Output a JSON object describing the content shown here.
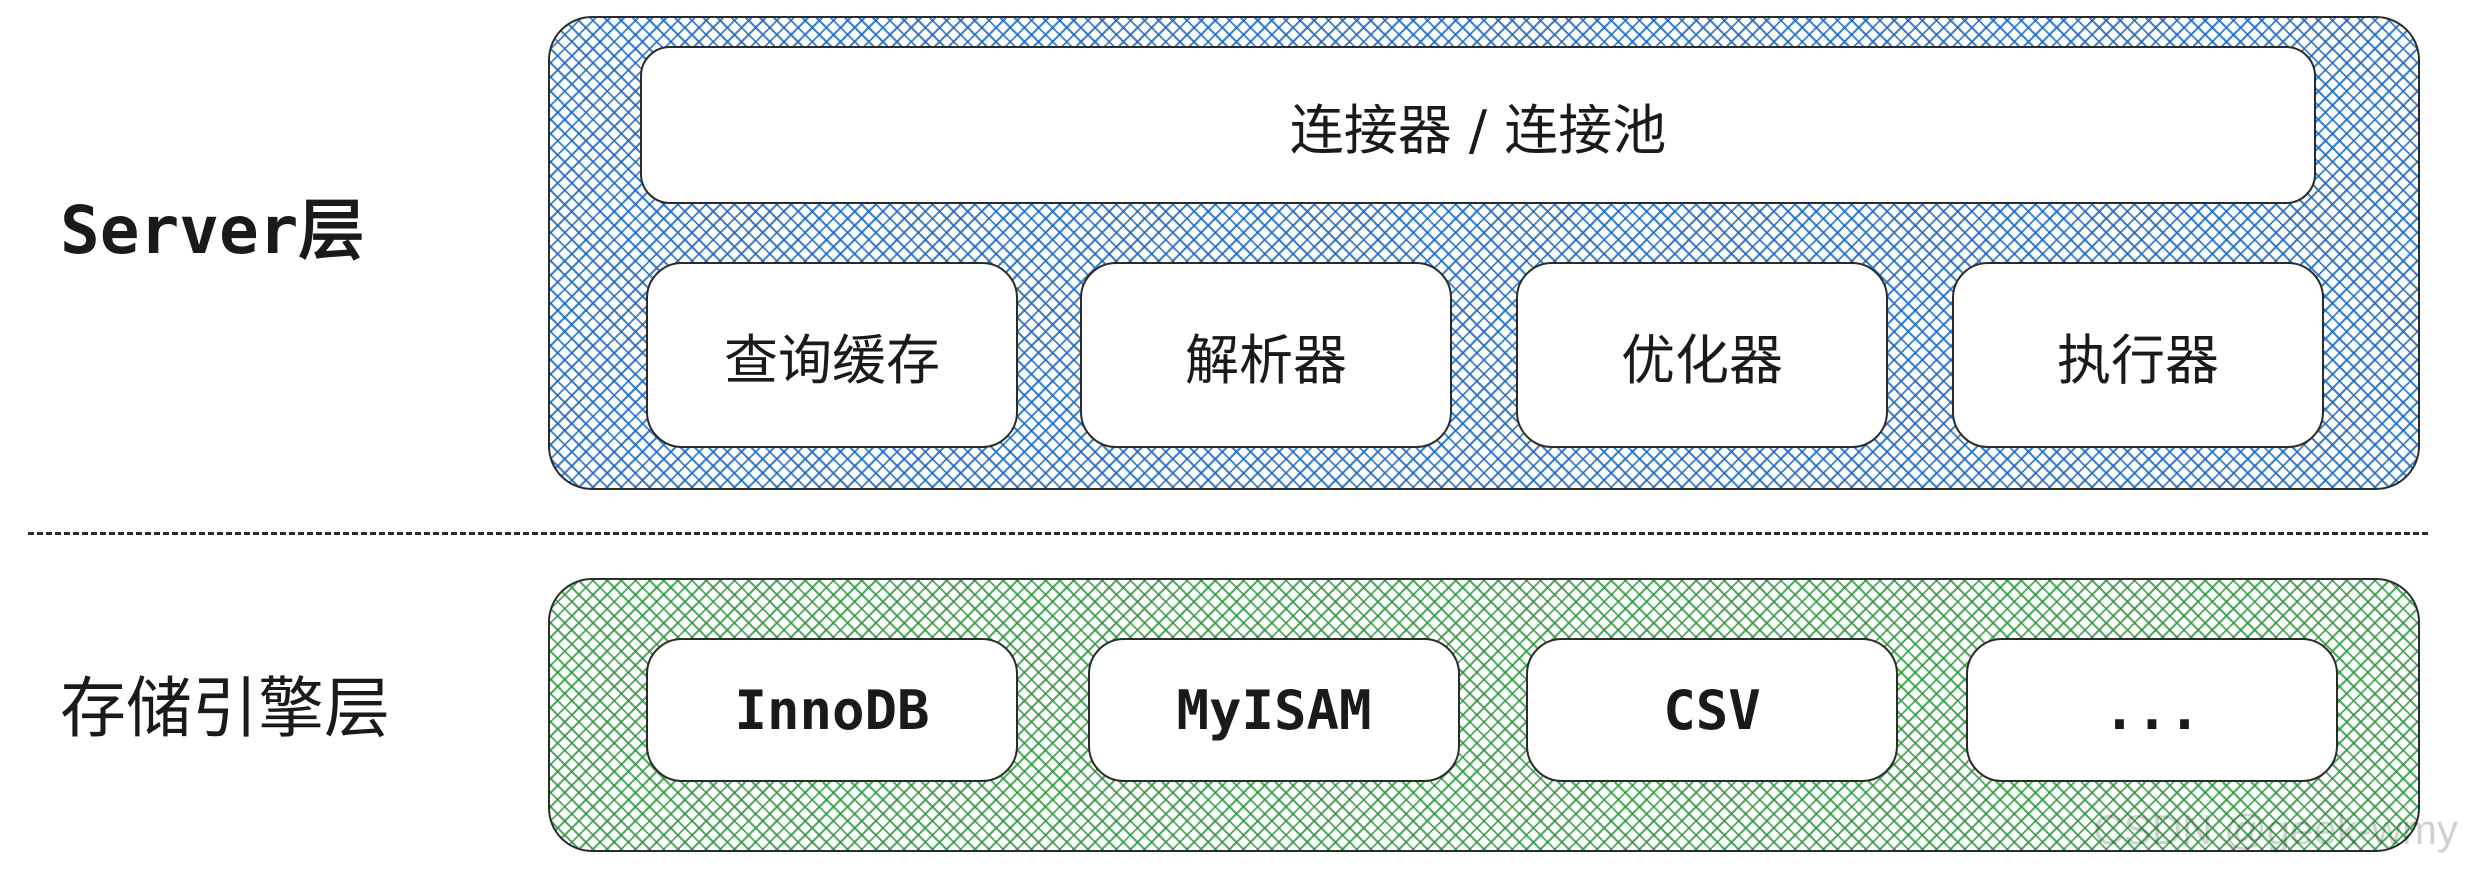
{
  "server_layer": {
    "label": "Server层",
    "connector": "连接器 / 连接池",
    "components": [
      "查询缓存",
      "解析器",
      "优化器",
      "执行器"
    ]
  },
  "storage_layer": {
    "label": "存储引擎层",
    "engines": [
      "InnoDB",
      "MyISAM",
      "CSV",
      "..."
    ]
  },
  "watermark": "CSDN @geek-wmy",
  "colors": {
    "server_hatch": "#1f6cc2",
    "engine_hatch": "#2c963c",
    "border": "#2b2b2b"
  }
}
